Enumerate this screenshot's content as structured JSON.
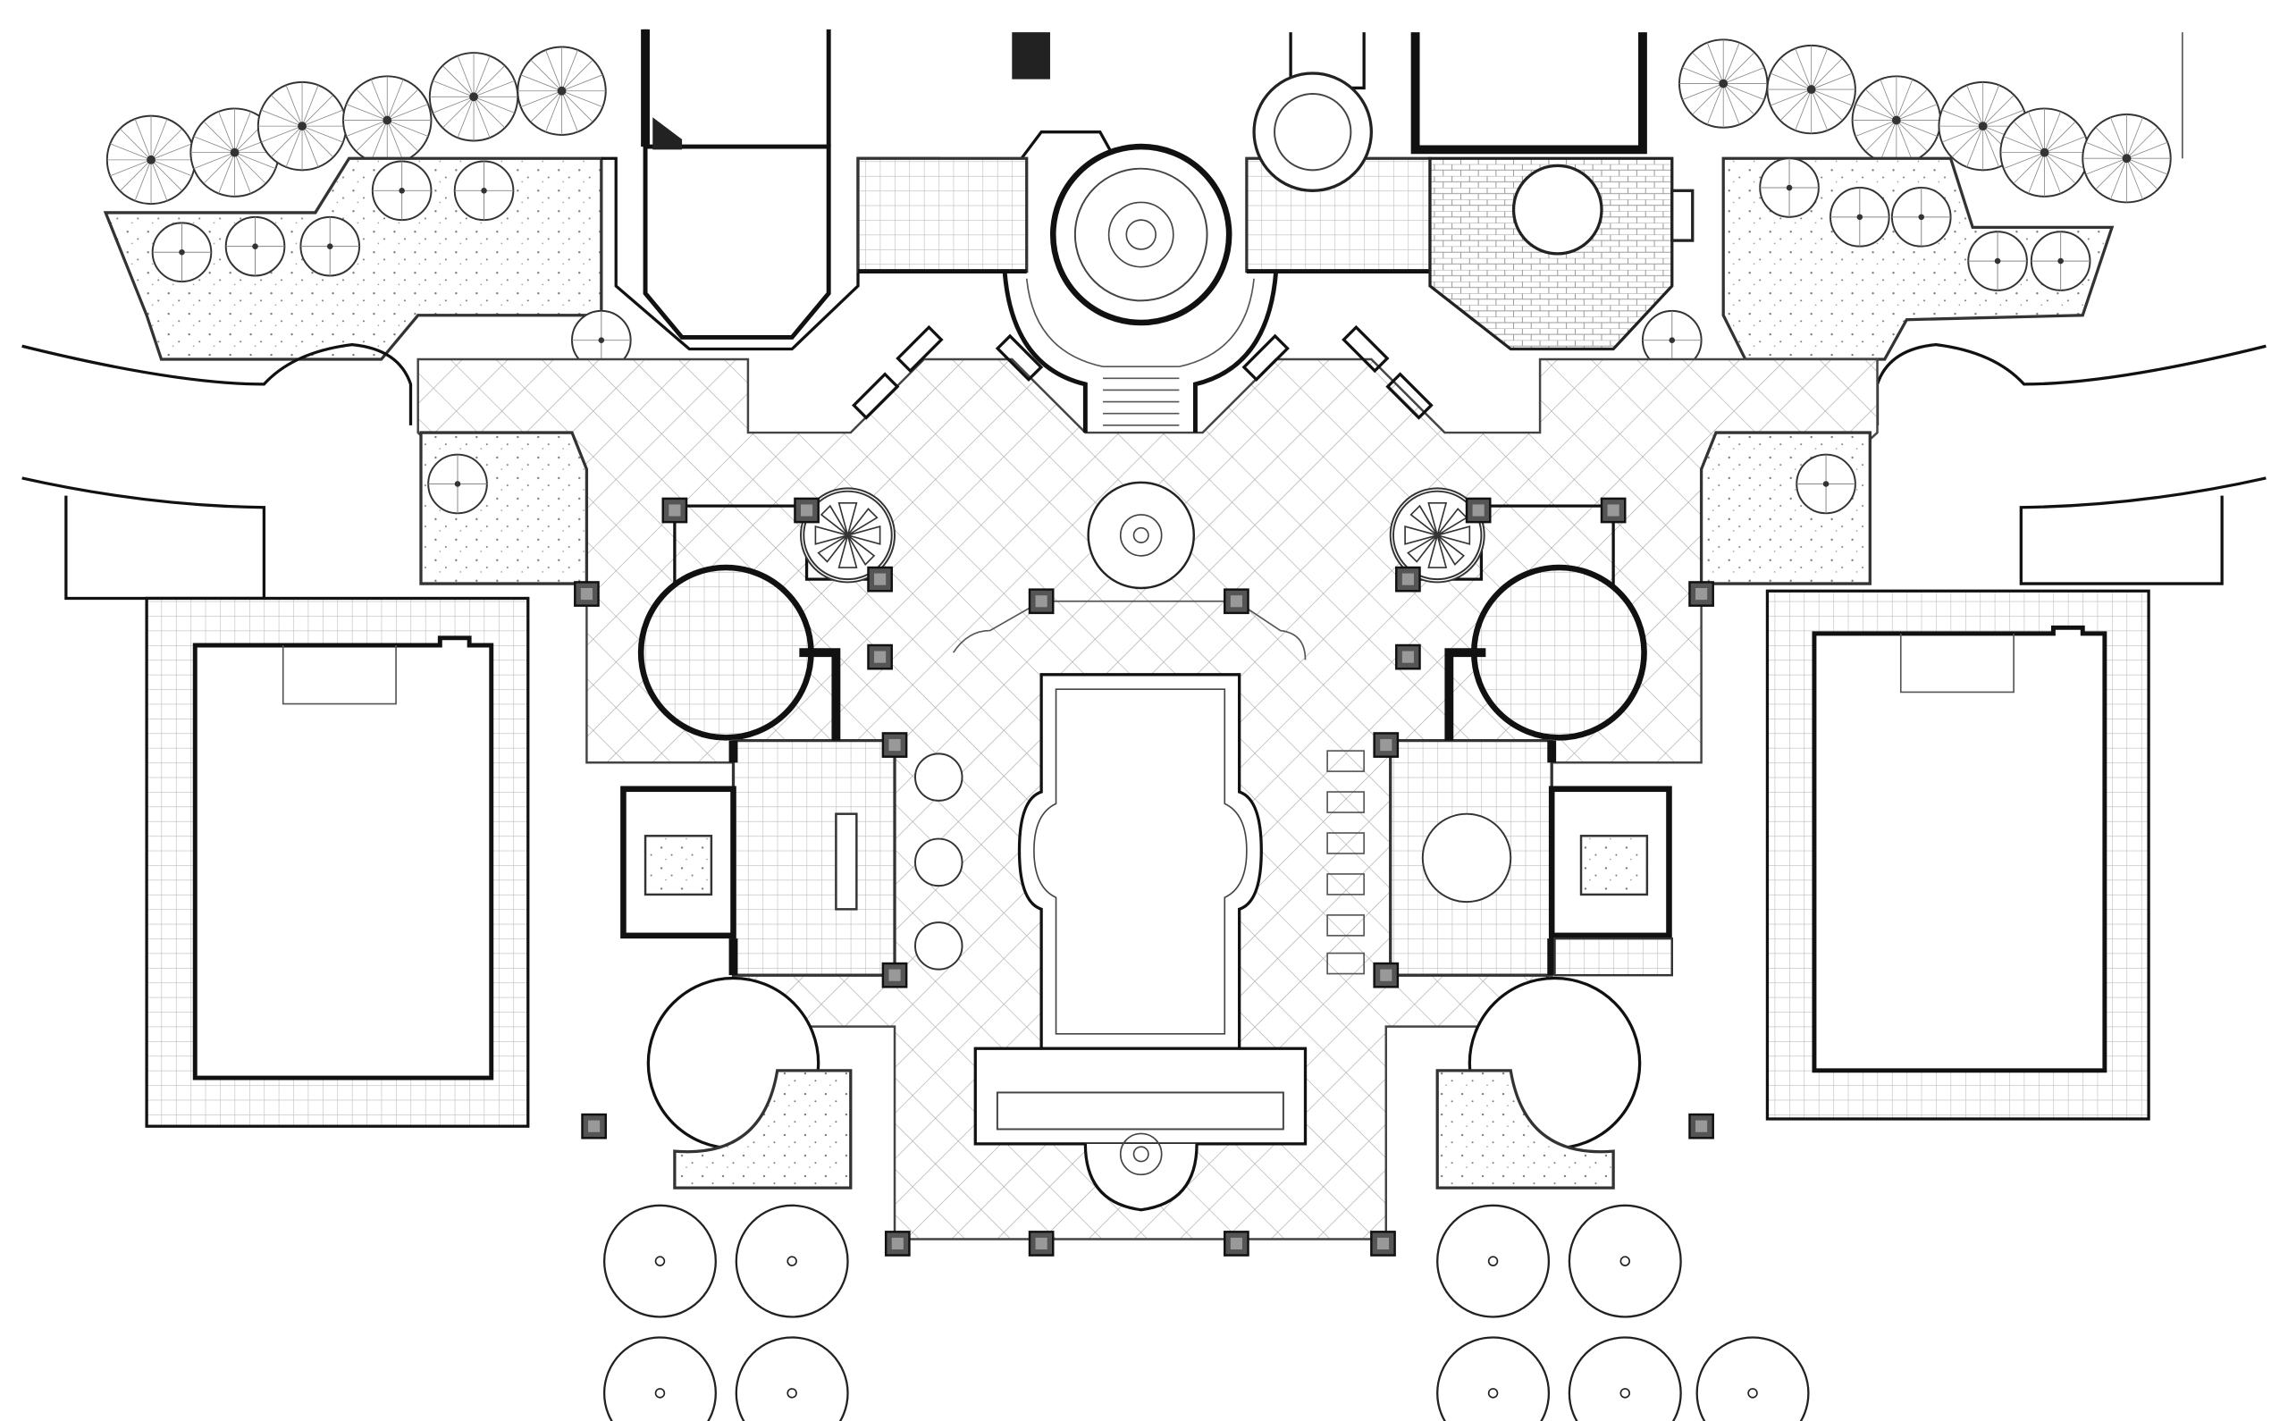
{
  "drawing": {
    "type": "site plan",
    "colors": {
      "line": "#111111",
      "paving": "#888888",
      "background": "#ffffff"
    },
    "elements": [
      "main-residence",
      "entry-rotunda",
      "curved-stairs",
      "front-motor-court",
      "central-fountain",
      "reflecting-pool",
      "pool-terrace-fountain",
      "left-pavilion-court",
      "right-pavilion-court",
      "left-loggia",
      "right-loggia",
      "left-tennis-court",
      "right-tennis-court",
      "planting-beds",
      "palm-trees",
      "canopy-trees",
      "column-posts"
    ]
  }
}
